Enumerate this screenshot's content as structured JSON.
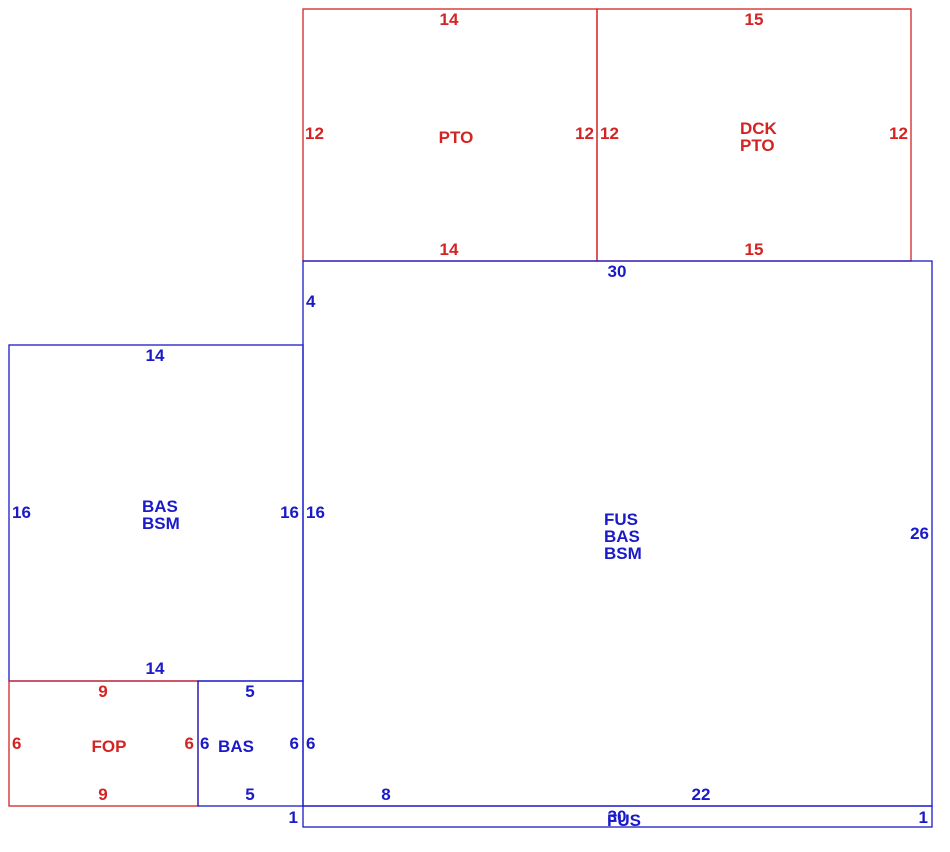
{
  "colors": {
    "red": "#d42323",
    "blue": "#1a1ac8"
  },
  "areas": {
    "pto_upper": {
      "labels": [
        "PTO"
      ],
      "dims": {
        "top": "14",
        "bottom": "14",
        "left": "12",
        "right": "12"
      }
    },
    "dck_pto": {
      "labels": [
        "DCK",
        "PTO"
      ],
      "dims": {
        "top": "15",
        "bottom": "15",
        "left": "12",
        "right": "12"
      }
    },
    "main": {
      "labels": [
        "FUS",
        "BAS",
        "BSM"
      ],
      "dims": {
        "top": "30",
        "left_upper": "4",
        "left_mid": "16",
        "left_lower": "6",
        "right": "26",
        "bottom_left": "8",
        "bottom_right": "22"
      }
    },
    "bas_bsm": {
      "labels": [
        "BAS",
        "BSM"
      ],
      "dims": {
        "top": "14",
        "bottom": "14",
        "left": "16",
        "right": "16"
      }
    },
    "fop": {
      "labels": [
        "FOP"
      ],
      "dims": {
        "top": "9",
        "bottom": "9",
        "left": "6",
        "right": "6"
      }
    },
    "bas_small": {
      "labels": [
        "BAS"
      ],
      "dims": {
        "top": "5",
        "bottom": "5",
        "left": "6",
        "right": "6"
      }
    },
    "fus_strip": {
      "labels": [
        "FUS"
      ],
      "dims": {
        "top": "30",
        "left": "1",
        "right": "1"
      }
    }
  }
}
